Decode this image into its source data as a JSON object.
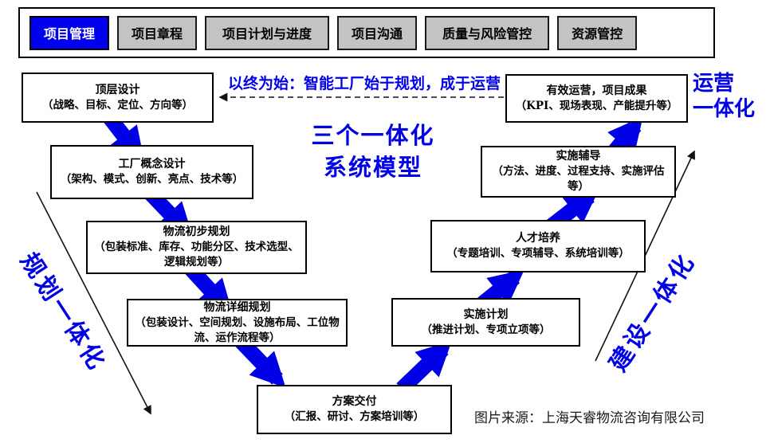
{
  "tabs": {
    "items": [
      {
        "label": "项目管理",
        "active": true
      },
      {
        "label": "项目章程",
        "active": false
      },
      {
        "label": "项目计划与进度",
        "active": false
      },
      {
        "label": "项目沟通",
        "active": false
      },
      {
        "label": "质量与风险管控",
        "active": false
      },
      {
        "label": "资源管控",
        "active": false
      }
    ]
  },
  "slogan": {
    "text": "以终为始：智能工厂始于规划，成于运营"
  },
  "center_title": {
    "line1": "三个一体化",
    "line2": "系统模型"
  },
  "side_labels": {
    "planning": "规划一体化",
    "construction": "建设一体化",
    "operations_line1": "运营",
    "operations_line2": "一体化"
  },
  "boxes": {
    "top_design": {
      "title": "顶层设计",
      "detail": "（战略、目标、定位、方向等）"
    },
    "factory_concept": {
      "title": "工厂概念设计",
      "detail": "（架构、模式、创新、亮点、技术等）"
    },
    "logistics_preliminary": {
      "title": "物流初步规划",
      "detail": "（包装标准、库存、功能分区、技术选型、逻辑规划等）"
    },
    "logistics_detailed": {
      "title": "物流详细规划",
      "detail": "（包装设计、空间规划、设施布局、工位物流、运作流程等）"
    },
    "delivery": {
      "title": "方案交付",
      "detail": "（汇报、研讨、方案培训等）"
    },
    "implementation_plan": {
      "title": "实施计划",
      "detail": "（推进计划、专项立项等）"
    },
    "talent": {
      "title": "人才培养",
      "detail": "（专题培训、专项辅导、系统培训等）"
    },
    "coaching": {
      "title": "实施辅导",
      "detail": "（方法、进度、过程支持、实施评估等）"
    },
    "operation": {
      "title": "有效运营，项目成果",
      "detail": "（KPI、现场表现、产能提升等）"
    }
  },
  "source": {
    "text": "图片来源：上海天睿物流咨询有限公司"
  },
  "colors": {
    "accent_blue": "#0000e6",
    "tab_active_blue": "#0000ee",
    "tab_gray": "#c3c3c3"
  }
}
